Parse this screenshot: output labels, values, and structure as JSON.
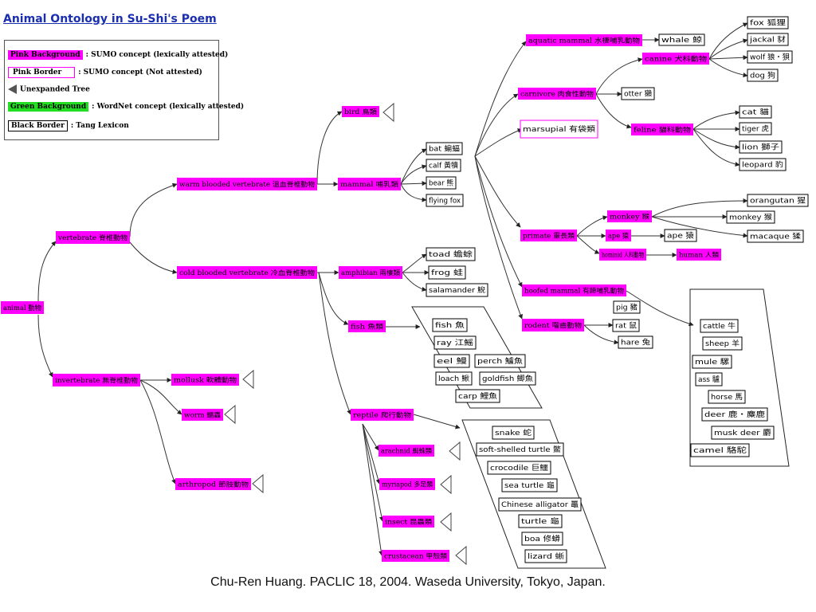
{
  "title": "Animal Ontology in Su-Shi's Poem",
  "footer": "Chu-Ren Huang. PACLIC 18, 2004. Waseda University, Tokyo, Japan.",
  "legend": {
    "pink_bg": "Pink Background",
    "pink_bg_desc": ": SUMO concept (lexically attested)",
    "pink_border": "Pink Border",
    "pink_border_desc": ": SUMO concept (Not attested)",
    "unexpanded": "Unexpanded Tree",
    "green_bg": "Green Background",
    "green_bg_desc": ": WordNet concept (lexically attested)",
    "black_border": "Black Border",
    "black_border_desc": ":   Tang Lexicon"
  },
  "colors": {
    "pink": "#ff00ff",
    "green": "#22dd22",
    "title": "#1a2fb0"
  },
  "nodes": {
    "animal": "animal 動物",
    "vertebrate": "vertebrate 脊椎動物",
    "invertebrate": "invertebrate 無脊椎動物",
    "warm": "warm blooded vertebrate 溫血脊椎動物",
    "cold": "cold blooded vertebrate 冷血脊椎動物",
    "bird": "bird 鳥類",
    "mammal": "mammal 哺乳類",
    "amphibian": "amphibian 兩棲類",
    "fish_cls": "fish 魚類",
    "reptile": "reptile 爬行動物",
    "mollusk": "mollusk 軟體動物",
    "worm": "worm 蠕蟲",
    "arthropod": "arthropod 節肢動物",
    "arachnid": "arachnid 蜘蛛類",
    "myriapod": "myriapod 多足類",
    "insect": "insect 昆蟲類",
    "crustacean": "crustacean 甲殼類",
    "aquatic": "aquatic mammal 水棲哺乳動物",
    "carnivore": "carnivore 肉食性動物",
    "marsupial": "marsupial 有袋類",
    "primate": "primate 靈長類",
    "hoofed": "hoofed mammal 有蹄哺乳動物",
    "rodent": "rodent 囓齒動物",
    "canine": "canine 犬科動物",
    "feline": "feline 貓科動物",
    "monkey_cls": "monkey 猴",
    "ape_cls": "ape 猿",
    "hominid": "hominid 人科動物",
    "human": "human 人類",
    "whale": "whale 鯨",
    "otter": "otter 獺",
    "fox": "fox 狐狸",
    "jackal": "jackal 豺",
    "wolf": "wolf 狼・狽",
    "dog": "dog 狗",
    "cat": "cat 貓",
    "tiger": "tiger 虎",
    "lion": "lion 獅子",
    "leopard": "leopard 豹",
    "orangutan": "orangutan 猩",
    "monkey": "monkey 猴",
    "macaque": "macaque 猱",
    "ape": "ape 猿",
    "pig": "pig 豬",
    "rat": "rat 鼠",
    "hare": "hare 兔",
    "bat": "bat 蝙蝠",
    "calf": "calf 黃犢",
    "bear": "bear 熊",
    "flyingfox": "flying fox",
    "toad": "toad 蟾蜍",
    "frog": "frog 蛙",
    "salamander": "salamander 鯢",
    "fish": "fish 魚",
    "ray": "ray 江鰩",
    "eel": "eel 鰻",
    "perch": "perch 鱸魚",
    "loach": "loach 鰍",
    "goldfish": "goldfish 鯽魚",
    "carp": "carp 鯉魚",
    "snake": "snake 蛇",
    "softturtle": "soft-shelled turtle 鱉",
    "crocodile": "crocodile 巨鱷",
    "seaturtle": "sea turtle 龜",
    "alligator": "Chinese alligator 鼉",
    "turtle": "turtle 龜",
    "boa": "boa 修蟒",
    "lizard": "lizard 蜥",
    "cattle": "cattle 牛",
    "sheep": "sheep 羊",
    "mule": "mule 騾",
    "ass": "ass 驢",
    "horse": "horse 馬",
    "deer": "deer 鹿・麋鹿",
    "muskdeer": "musk deer 麝",
    "camel": "camel 駱駝"
  }
}
